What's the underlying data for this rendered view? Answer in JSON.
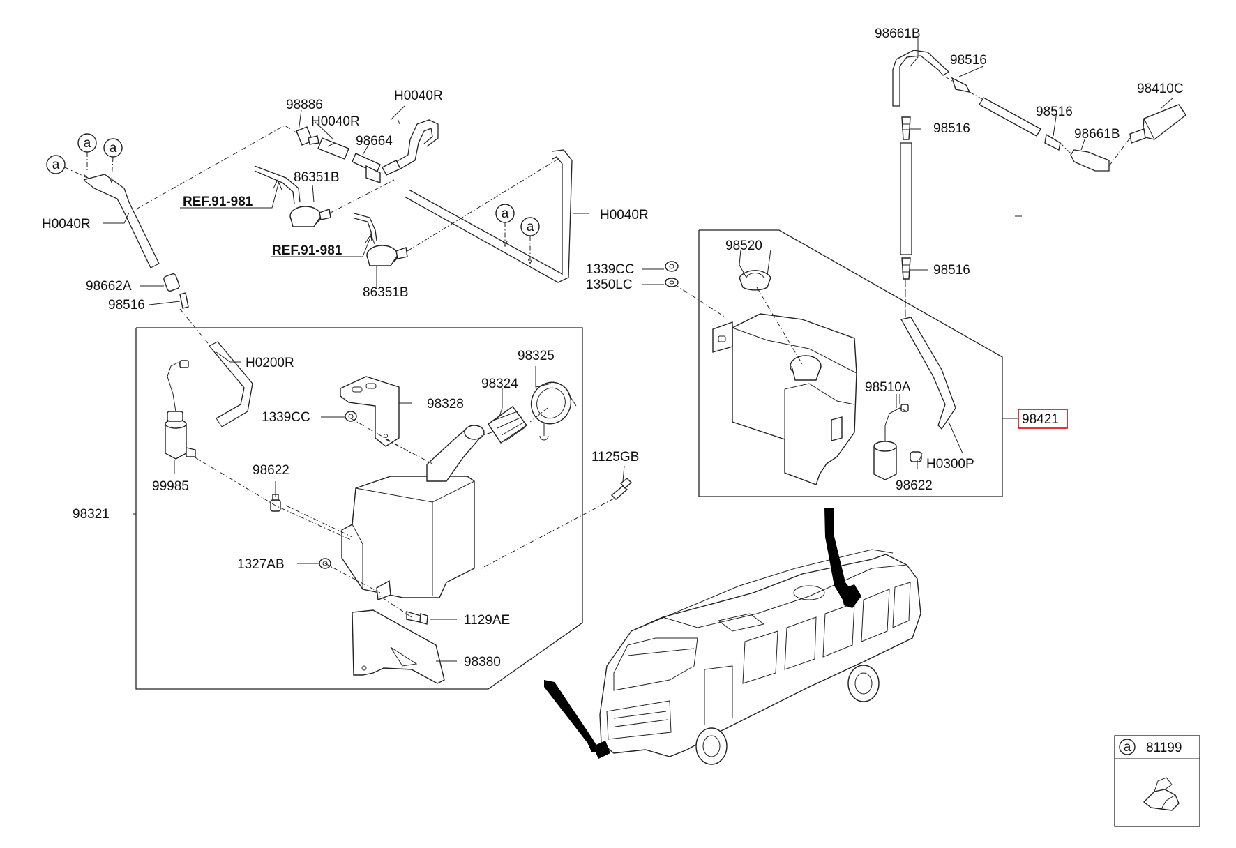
{
  "labels": {
    "l_98661B_top": "98661B",
    "l_98516_a": "98516",
    "l_98410C": "98410C",
    "l_98516_b": "98516",
    "l_98516_c": "98516",
    "l_98661B_right": "98661B",
    "l_98516_d": "98516",
    "l_98520": "98520",
    "l_1339CC_r": "1339CC",
    "l_1350LC": "1350LC",
    "l_98510A": "98510A",
    "l_98421": "98421",
    "l_H0300P": "H0300P",
    "l_98622_r": "98622",
    "l_98886": "98886",
    "l_H0040R_a": "H0040R",
    "l_H0040R_b": "H0040R",
    "l_98664": "98664",
    "l_86351B_a": "86351B",
    "l_86351B_b": "86351B",
    "l_H0040R_c": "H0040R",
    "l_H0040R_d": "H0040R",
    "l_98662A": "98662A",
    "l_98516_e": "98516",
    "l_H0200R": "H0200R",
    "l_98325": "98325",
    "l_98324": "98324",
    "l_98328": "98328",
    "l_1339CC_l": "1339CC",
    "l_98622_l": "98622",
    "l_99985": "99985",
    "l_1125GB": "1125GB",
    "l_98321": "98321",
    "l_1327AB": "1327AB",
    "l_1129AE": "1129AE",
    "l_98380": "98380",
    "ref_1": "REF.91-981",
    "ref_2": "REF.91-981"
  },
  "callout_letter": "a",
  "legend": {
    "letter": "a",
    "part": "81199"
  },
  "highlight_color": "#e00000"
}
